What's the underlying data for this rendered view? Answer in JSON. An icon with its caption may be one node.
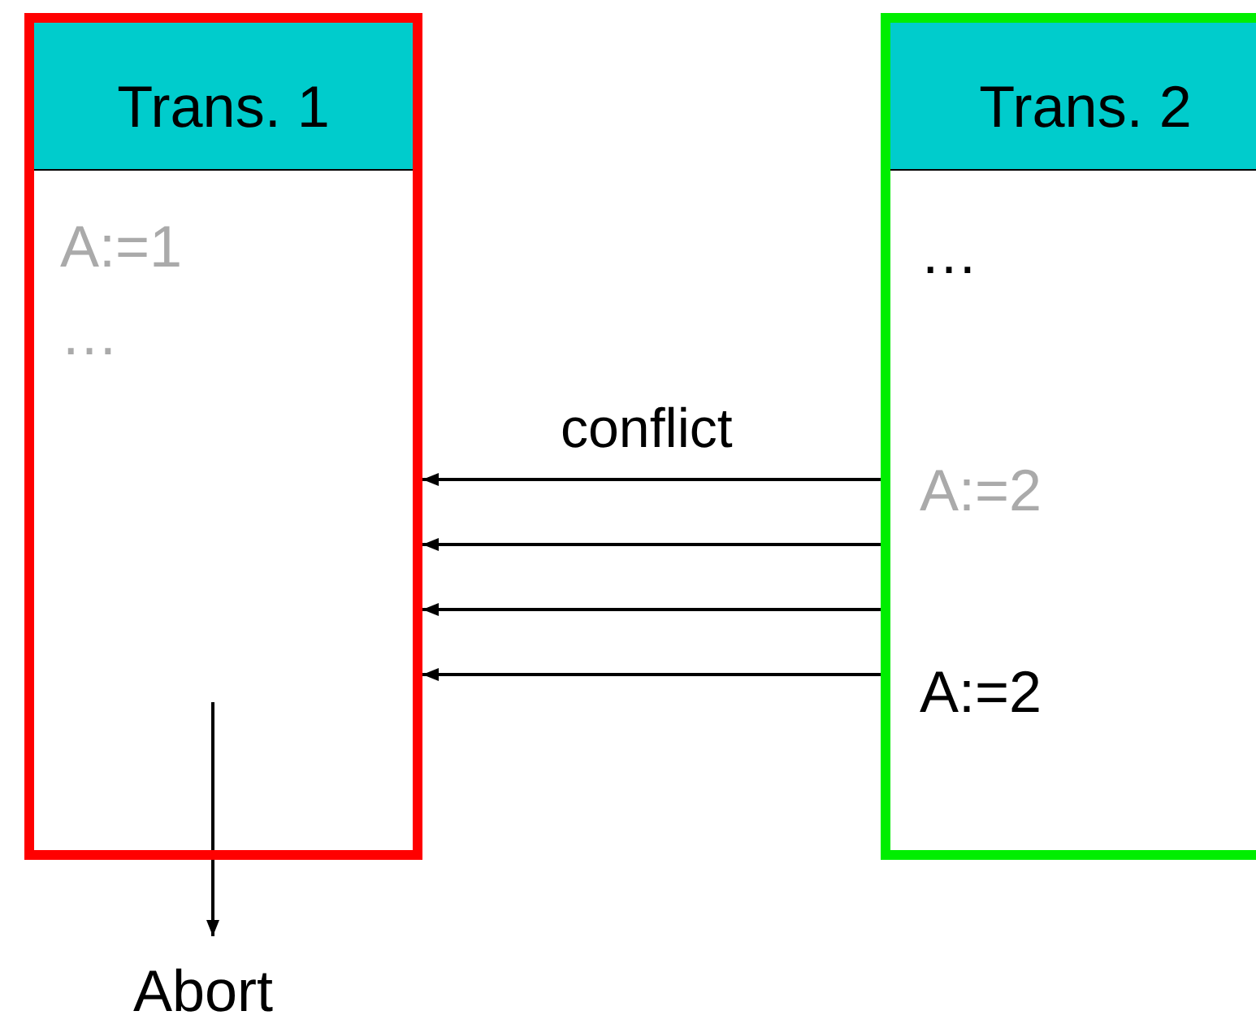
{
  "diagram": {
    "nodes": [
      {
        "text": [
          "Trans. 1",
          "A:=1",
          "…"
        ]
      },
      {
        "text": [
          "Trans. 2",
          "…",
          "A:=2",
          "A:=2"
        ]
      },
      {
        "text": [
          "Abort"
        ]
      }
    ],
    "edges": [
      {
        "from": 1,
        "to": 0,
        "arrow": "to",
        "label": "conflict"
      },
      {
        "from": 1,
        "to": 0,
        "arrow": "to"
      },
      {
        "from": 1,
        "to": 0,
        "arrow": "to"
      },
      {
        "from": 1,
        "to": 0,
        "arrow": "to"
      },
      {
        "from": 0,
        "to": 2,
        "arrow": "to"
      }
    ]
  }
}
